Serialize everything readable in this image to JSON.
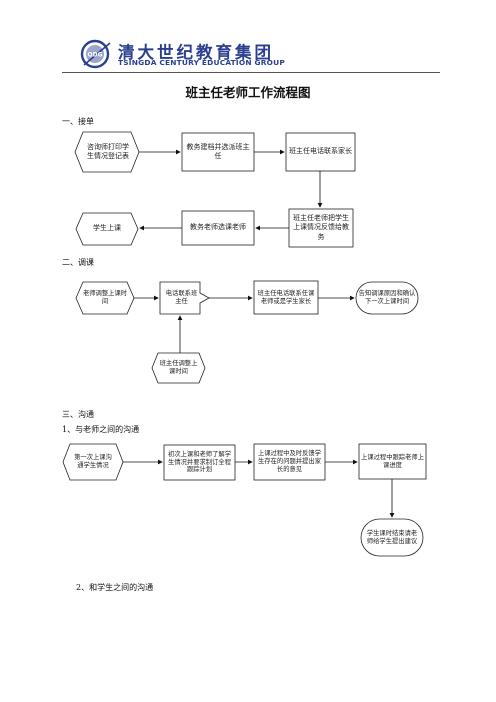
{
  "header": {
    "brand_cn": "清大世纪教育集团",
    "brand_en": "TSINGDA CENTURY EDUCATION GROUP",
    "logo_text": "QDG"
  },
  "title": "班主任老师工作流程图",
  "sections": {
    "s1": "一、接单",
    "s2": "二、调课",
    "s3": "三、沟通",
    "s3_1": "1、与老师之间的沟通",
    "s3_2": "2、和学生之间的沟通"
  },
  "flow1": {
    "n1": "咨询师打印学生情况登记表",
    "n2": "教务建档并选派班主任",
    "n3": "班主任电话联系家长",
    "n4": "班主任老师把学生上课情况反馈给教务",
    "n5": "教务老师选课老师",
    "n6": "学生上课"
  },
  "flow2": {
    "n1": "老师调整上课时间",
    "n2": "电话联系班主任",
    "n3": "班主任电话联系任课老师或是学生家长",
    "n4": "告知调课原因和确认下一次上课时间",
    "n5": "班主任调整上课时间"
  },
  "flow3": {
    "n1": "第一次上课沟通学生情况",
    "n2": "初次上课和老师了解学生情况并要求制订全程跟踪计划",
    "n3": "上课过程中及时反馈学生存在的问题并提出家长的意见",
    "n4": "上课过程中跟踪老师上课进度",
    "n5": "学生课时结束请老师给学生提出建议"
  }
}
